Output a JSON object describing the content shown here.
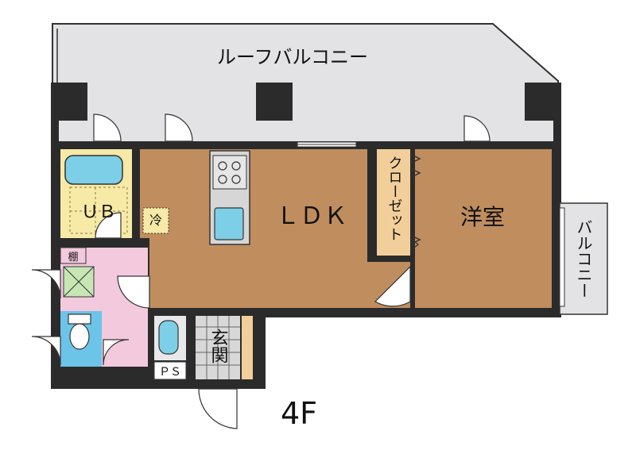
{
  "floor_label": "4F",
  "rooms": {
    "roof_balcony": "ルーフバルコニー",
    "ldk": "ＬＤＫ",
    "western_room": "洋室",
    "closet": "クローゼット",
    "balcony": "バルコニー",
    "unit_bath": "ＵＢ",
    "entrance": "玄関",
    "shelf": "棚",
    "pipe_space": "ＰＳ",
    "fridge": "冷"
  },
  "colors": {
    "wall": "#2b2b2b",
    "roof_balcony_fill": "#e3e3e5",
    "ldk_fill": "#c08d5f",
    "bath_fill": "#f7e9a6",
    "sanitary_fill": "#f3c9de",
    "toilet_fill": "#6cc4e8",
    "fixture_fill": "#7ccfe6",
    "closet_fill": "#f2cf9a",
    "entrance_fill": "#d8d8d8"
  }
}
